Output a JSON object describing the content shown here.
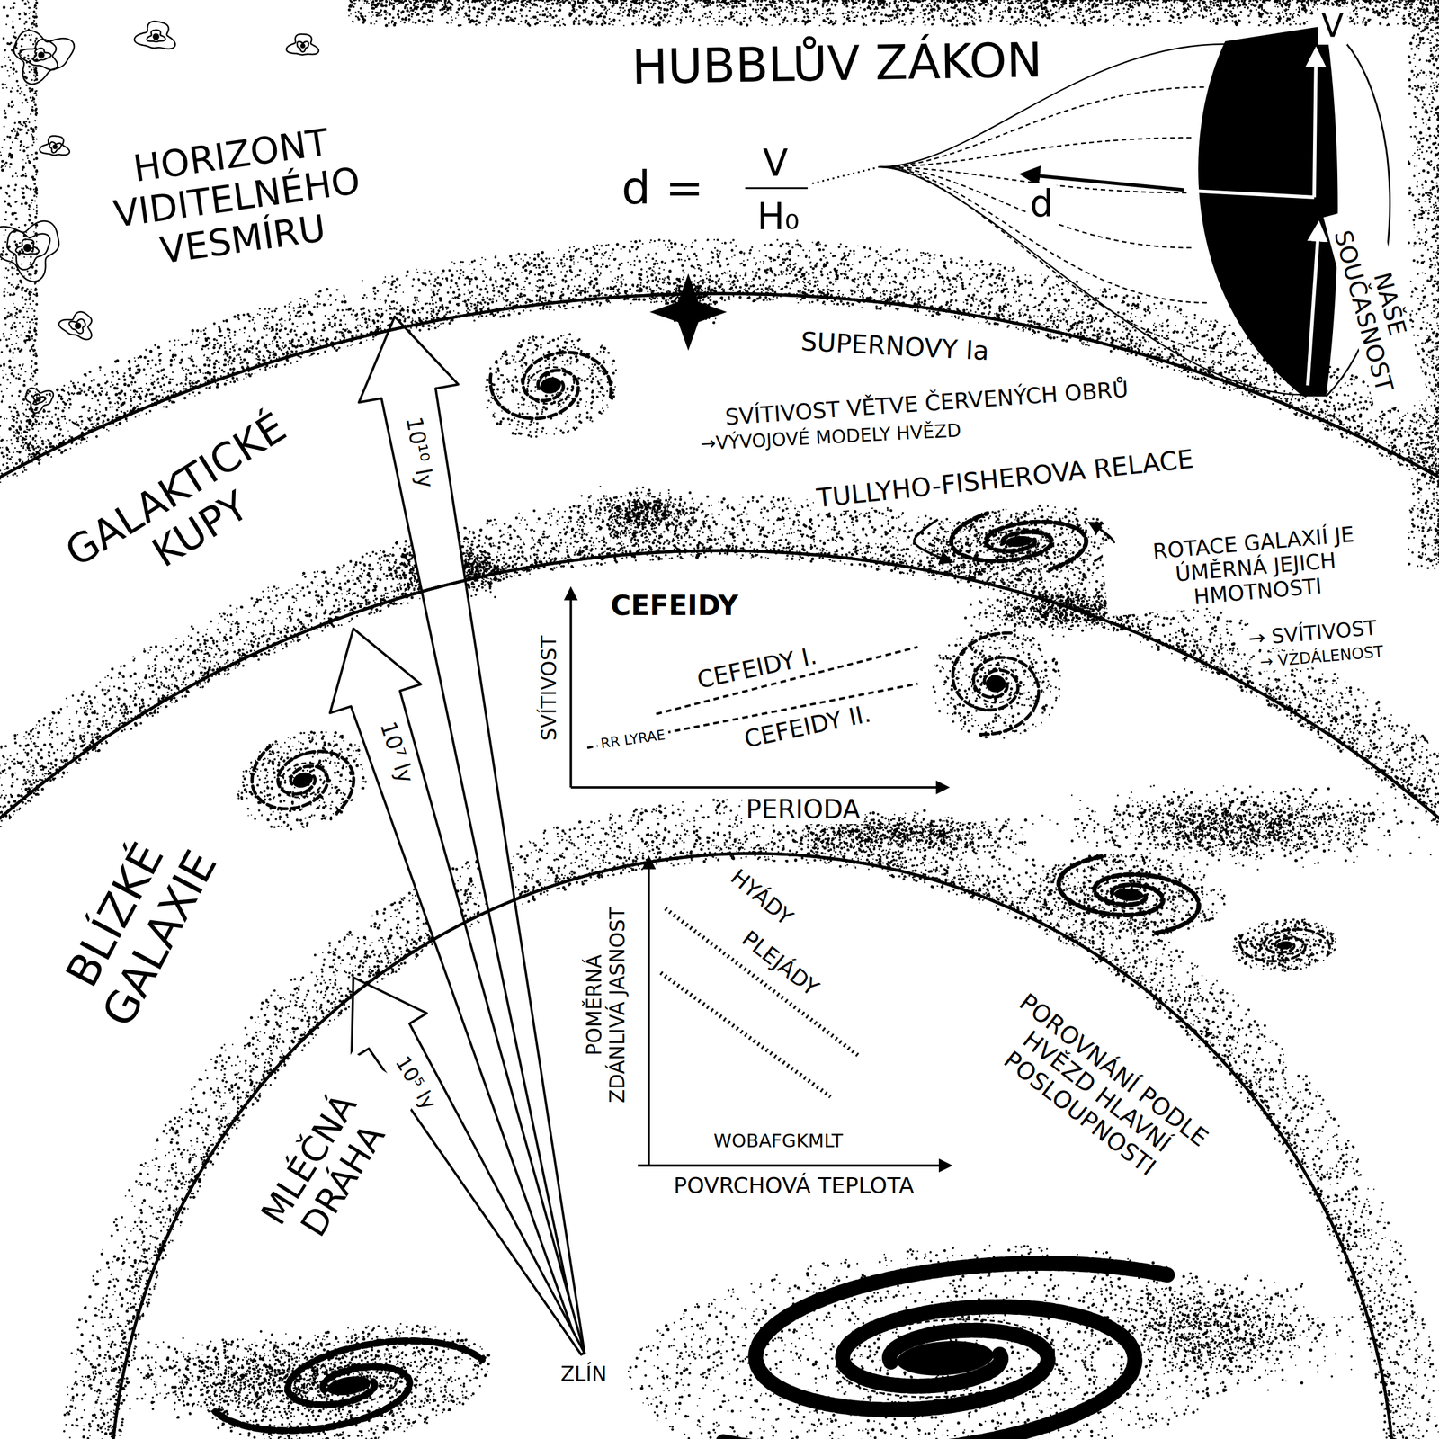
{
  "diagram": {
    "nodes": [
      {
        "text": [
          "HORIZONT VIDITELNÉHO VESMÍRU"
        ]
      },
      {
        "text": [
          "GALAKTICKÉ KUPY"
        ]
      },
      {
        "text": [
          "BLÍZKÉ GALAXIE"
        ]
      },
      {
        "text": [
          "MLÉČNÁ DRÁHA"
        ]
      }
    ],
    "labels": [
      "HUBBLŮV ZÁKON",
      "V",
      "d =",
      "V",
      "H₀",
      "d",
      "NAŠE SOUČASNOST",
      "10¹⁰ ly",
      "SUPERNOVY Ia",
      "SVÍTIVOST VĚTVE ČERVENÝCH OBRŮ",
      "→VÝVOJOVÉ MODELY HVĚZD",
      "TULLYHO-FISHEROVA RELACE",
      "ROTACE GALAXIÍ JE ÚMĚRNÁ JEJICH HMOTNOSTI",
      "CEFEIDY",
      "→ SVÍTIVOST",
      "→ VZDÁLENOST",
      "CEFEIDY I.",
      "SVÍTIVOST",
      "10⁷ ly",
      "CEFEIDY II.",
      "RR LYRAE",
      "PERIODA",
      "HYÁDY",
      "POMĚRNÁ ZDÁNLIVÁ JASNOST",
      "PLEJÁDY",
      "POROVNÁNÍ PODLE HVĚZD HLAVNÍ POSLOUPNOSTI",
      "10⁵ ly",
      "WOBAFGKMLT",
      "POVRCHOVÁ TEPLOTA",
      "ZLÍN"
    ]
  }
}
